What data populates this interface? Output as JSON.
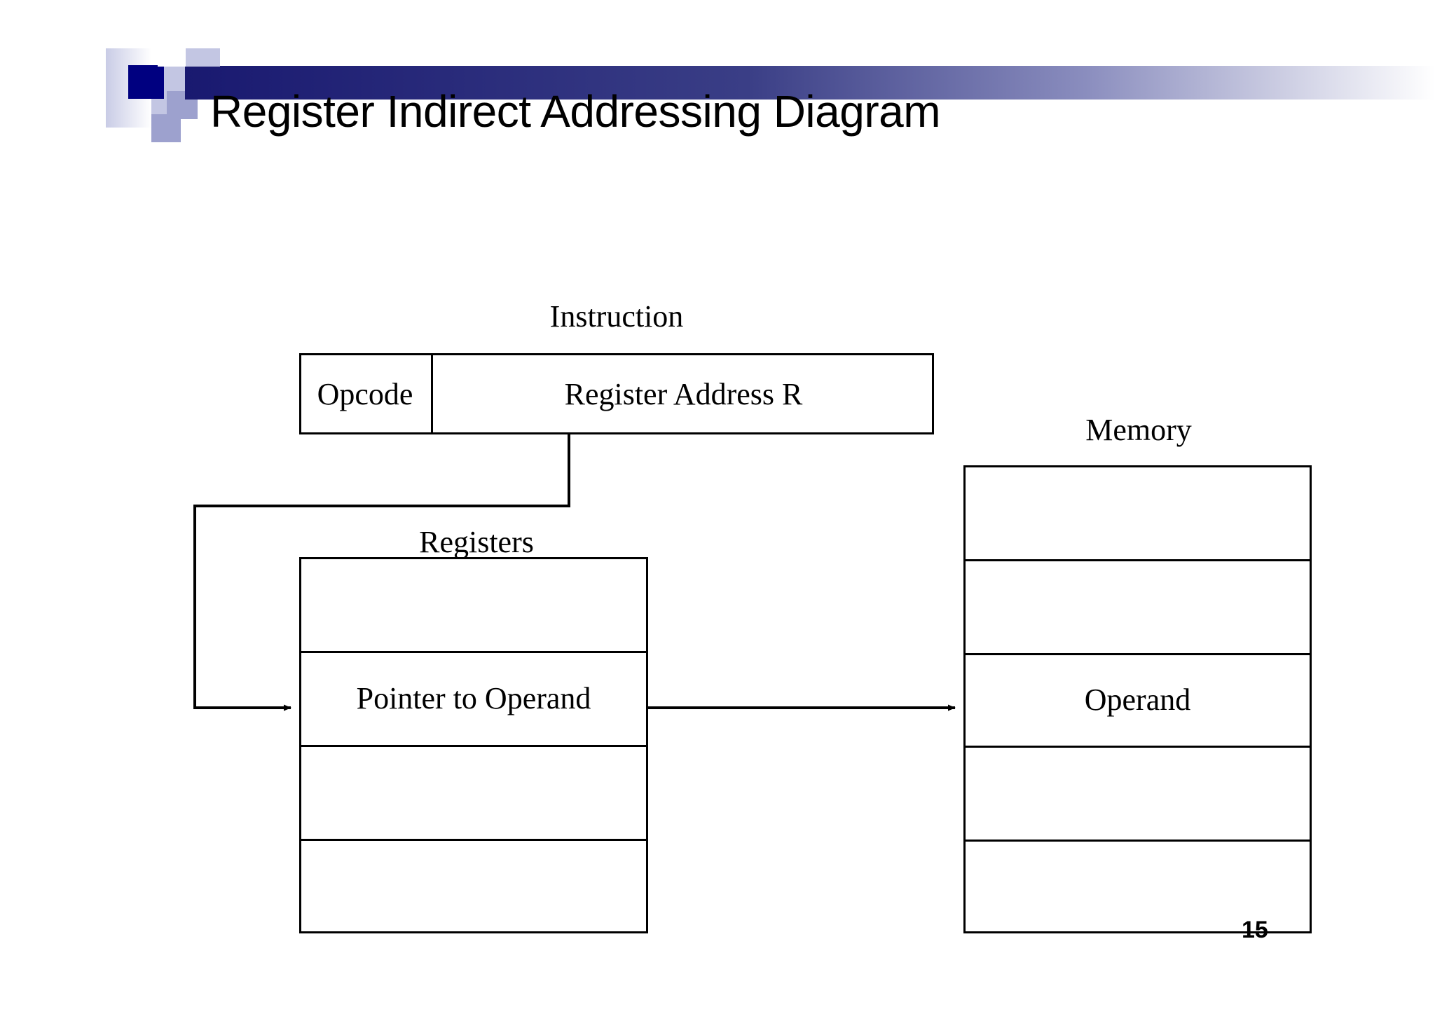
{
  "slide": {
    "title": "Register Indirect Addressing Diagram",
    "page_number": "15"
  },
  "theme": {
    "accent_dark": "#191970",
    "accent_mid": "#5B5FA8",
    "accent_light": "#C3C6E3",
    "accent_pale": "#E3E5F2",
    "line_color": "#000000",
    "background": "#FFFFFF"
  },
  "diagram": {
    "type": "register-indirect-addressing",
    "instruction": {
      "label": "Instruction",
      "fields": [
        {
          "name": "opcode",
          "text": "Opcode"
        },
        {
          "name": "register-address",
          "text": "Register Address R"
        }
      ]
    },
    "registers": {
      "label": "Registers",
      "row_count": 4,
      "rows": [
        {
          "index": 0,
          "text": ""
        },
        {
          "index": 1,
          "text": "Pointer to Operand"
        },
        {
          "index": 2,
          "text": ""
        },
        {
          "index": 3,
          "text": ""
        }
      ]
    },
    "memory": {
      "label": "Memory",
      "row_count": 5,
      "rows": [
        {
          "index": 0,
          "text": ""
        },
        {
          "index": 1,
          "text": ""
        },
        {
          "index": 2,
          "text": "Operand"
        },
        {
          "index": 3,
          "text": ""
        },
        {
          "index": 4,
          "text": ""
        }
      ]
    },
    "connectors": [
      {
        "name": "instruction-to-registers",
        "from": "Register Address R",
        "to": "Pointer to Operand",
        "style": "elbow-arrow"
      },
      {
        "name": "registers-to-memory",
        "from": "Pointer to Operand",
        "to": "Operand",
        "style": "straight-arrow"
      }
    ]
  }
}
